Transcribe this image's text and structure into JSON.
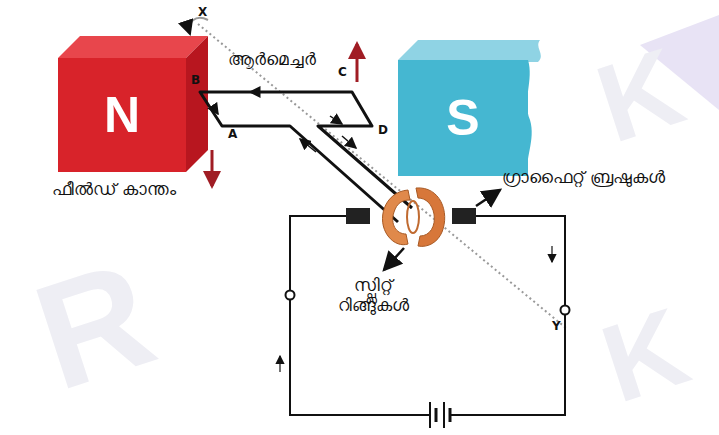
{
  "diagram": {
    "nodes": [
      {
        "text": [
          "N"
        ]
      },
      {
        "text": [
          "S"
        ]
      }
    ],
    "labels": [
      "ആർമെച്ചർ",
      "ഫീൽഡ് കാന്തം",
      "ഗ്രാഫൈറ്റ് ബ്രഷുകൾ",
      "സ്പ്ലിറ്റ് റിങ്ങുകൾ",
      "B",
      "C",
      "A",
      "D",
      "X",
      "Y",
      "R",
      "K",
      "K"
    ]
  }
}
